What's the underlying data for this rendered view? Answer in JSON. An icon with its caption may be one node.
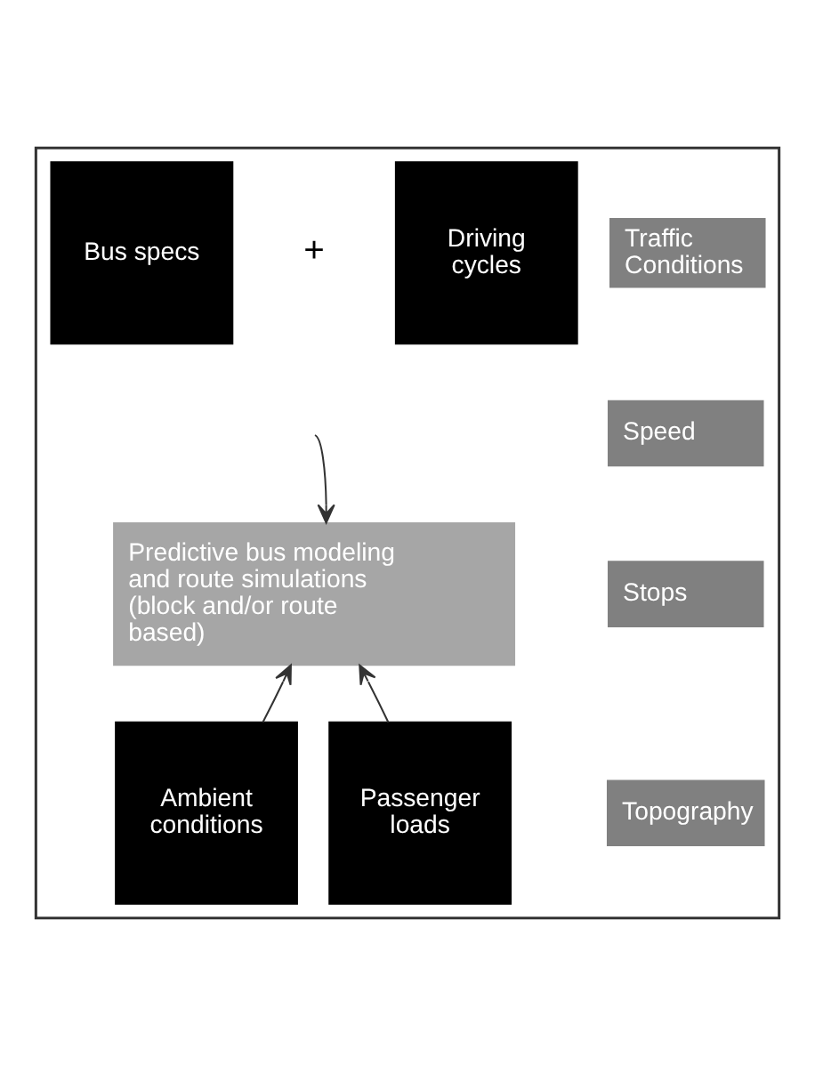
{
  "diagram": {
    "nodes": [
      {
        "text": [],
        "shape": "box"
      },
      {
        "text": [
          "Bus specs"
        ],
        "in": 0
      },
      {
        "text": [
          "Driving cycles"
        ],
        "in": 0
      },
      {
        "text": [
          "Predictive bus modeling and route simulations (block and/or route based)"
        ],
        "in": 0
      },
      {
        "text": [
          "Ambient conditions"
        ],
        "in": 0
      },
      {
        "text": [
          "Passenger loads"
        ],
        "in": 0
      },
      {
        "text": [
          "Traffic Conditions"
        ],
        "in": 0
      },
      {
        "text": [
          "Speed"
        ],
        "in": 0
      },
      {
        "text": [
          "Stops"
        ],
        "in": 0
      },
      {
        "text": [
          "Topography"
        ],
        "in": 0
      }
    ],
    "edges": [
      {
        "from": null,
        "to": 3,
        "arrow": "to"
      },
      {
        "from": 4,
        "to": 3,
        "arrow": "to"
      },
      {
        "from": 5,
        "to": 3,
        "arrow": "to"
      }
    ],
    "labels": [
      "+"
    ]
  }
}
